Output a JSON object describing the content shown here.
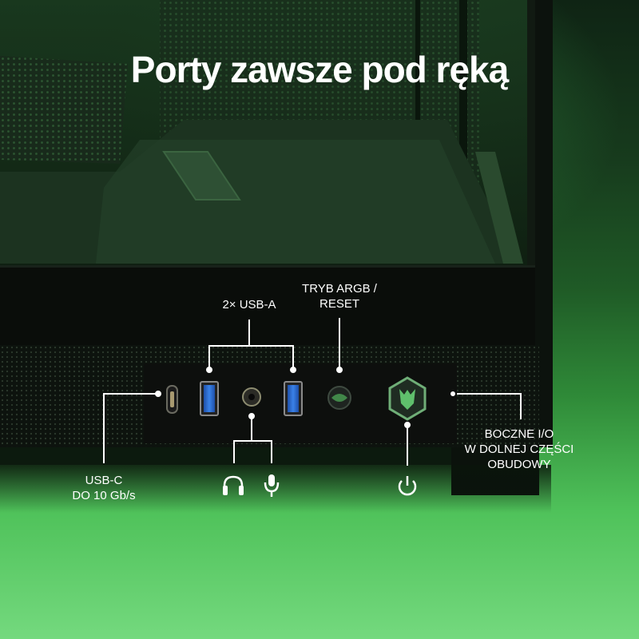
{
  "headline": "Porty zawsze pod ręką",
  "labels": {
    "usb_a": "2× USB-A",
    "argb_line1": "TRYB ARGB /",
    "argb_line2": "RESET",
    "usb_c_line1": "USB-C",
    "usb_c_line2": "DO 10 Gb/s",
    "side_io_line1": "BOCZNE I/O",
    "side_io_line2": "W DOLNEJ CZĘŚCI",
    "side_io_line3": "OBUDOWY"
  },
  "icons": {
    "headphones": "headphones-icon",
    "microphone": "microphone-icon",
    "power": "power-icon"
  },
  "colors": {
    "usb_a_port": "#2d6fd6",
    "logo_green": "#5fbf6c",
    "text": "#ffffff"
  }
}
